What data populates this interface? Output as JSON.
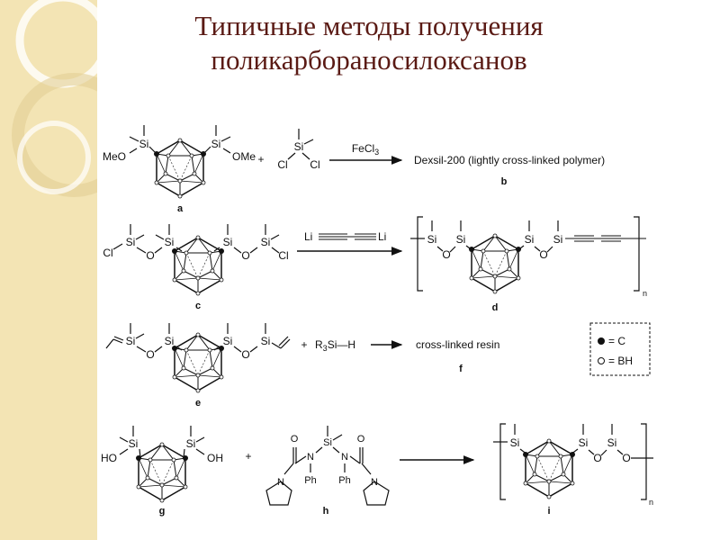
{
  "slide": {
    "title_line1": "Типичные методы получения",
    "title_line2": "поликарбораносилоксанов",
    "title_color": "#5a1a14",
    "band_color": "#f3e4b4"
  },
  "scheme": {
    "row1": {
      "ome_left": "MeO",
      "si_left": "Si",
      "si_right": "Si",
      "ome_right": "OMe",
      "compound_a": "a",
      "plus": "+",
      "reagent_si": "Si",
      "reagent_cl_left": "Cl",
      "reagent_cl_right": "Cl",
      "catalyst_base": "FeCl",
      "catalyst_sub": "3",
      "product_text": "Dexsil-200 (lightly cross-linked polymer)",
      "product_b": "b"
    },
    "row2": {
      "cl_left": "Cl",
      "si1": "Si",
      "o_left": "O",
      "si2": "Si",
      "si3": "Si",
      "o_right": "O",
      "si4": "Si",
      "cl_right": "Cl",
      "compound_c": "c",
      "reagent_li_left": "Li",
      "reagent_li_right": "Li",
      "prod_si1": "Si",
      "prod_o1": "O",
      "prod_si2": "Si",
      "prod_si3": "Si",
      "prod_o2": "O",
      "prod_si4": "Si",
      "prod_n": "n",
      "compound_d": "d"
    },
    "row3": {
      "si1": "Si",
      "o_left": "O",
      "si2": "Si",
      "si3": "Si",
      "o_right": "O",
      "si4": "Si",
      "compound_e": "e",
      "plus": "+",
      "reagent_r": "R",
      "reagent_sub": "3",
      "reagent_rest": "Si—H",
      "product_text": "cross-linked resin",
      "product_f": "f",
      "legend_c": "= C",
      "legend_bh": "= BH"
    },
    "row4": {
      "ho": "HO",
      "si_left": "Si",
      "si_right": "Si",
      "oh": "OH",
      "compound_g": "g",
      "plus": "+",
      "o_top_left": "O",
      "o_top_right": "O",
      "n_ring_left": "N",
      "n_ring_right": "N",
      "n_mid_left": "N",
      "n_mid_right": "N",
      "si_center": "Si",
      "ph_left": "Ph",
      "ph_right": "Ph",
      "compound_h": "h",
      "prod_si1": "Si",
      "prod_si2": "Si",
      "prod_o1": "O",
      "prod_si3": "Si",
      "prod_o2": "O",
      "prod_n": "n",
      "compound_i": "i"
    }
  }
}
